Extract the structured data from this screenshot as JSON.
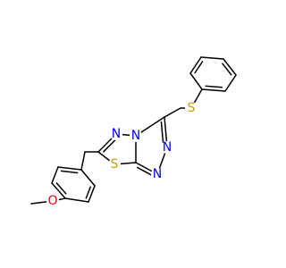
{
  "atoms": {
    "n1": {
      "symbol": "N",
      "color": "#0000ff"
    },
    "n2": {
      "symbol": "N",
      "color": "#0000ff"
    },
    "n3": {
      "symbol": "N",
      "color": "#0000ff"
    },
    "n4": {
      "symbol": "N",
      "color": "#0000ff"
    },
    "s_ring": {
      "symbol": "S",
      "color": "#c8a000"
    },
    "s_thioether": {
      "symbol": "S",
      "color": "#c8a000"
    },
    "o_methoxy": {
      "symbol": "O",
      "color": "#ff0000"
    }
  },
  "bond_color": "#000000"
}
